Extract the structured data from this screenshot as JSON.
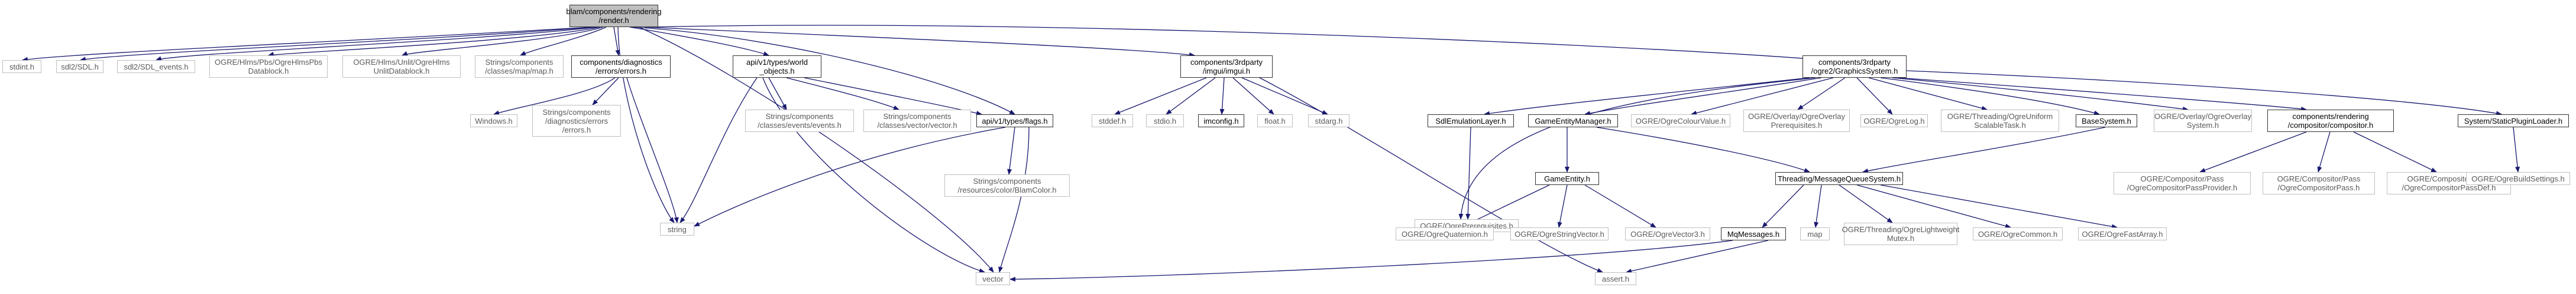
{
  "graph": {
    "colors": {
      "edge": "#191970",
      "box_border": "#bfbfbf",
      "dark_border": "#333333",
      "root_fill": "#bfbfbf",
      "text": "#5a5a5a"
    },
    "nodes": {
      "root": "blam/components/rendering\n/render.h",
      "stdint": "stdint.h",
      "sdl2_sdl": "sdl2/SDL.h",
      "sdl2_sdl_events": "sdl2/SDL_events.h",
      "ogre_hlms_pbs": "OGRE/Hlms/Pbs/OgreHlmsPbs\nDatablock.h",
      "ogre_hlms_unlit": "OGRE/Hlms/Unlit/OgreHlms\nUnlitDatablock.h",
      "strings_map": "Strings/components\n/classes/map/map.h",
      "diagnostics_errors": "components/diagnostics\n/errors/errors.h",
      "windows": "Windows.h",
      "strings_errors": "Strings/components\n/diagnostics/errors\n/errors.h",
      "string": "string",
      "world_objects": "api/v1/types/world\n_objects.h",
      "strings_events": "Strings/components\n/classes/events/events.h",
      "strings_vector": "Strings/components\n/classes/vector/vector.h",
      "flags": "api/v1/types/flags.h",
      "strings_color": "Strings/components\n/resources/color/BlamColor.h",
      "vector": "vector",
      "imgui": "components/3rdparty\n/imgui/imgui.h",
      "stddef": "stddef.h",
      "stdio": "stdio.h",
      "imconfig": "imconfig.h",
      "float": "float.h",
      "stdarg": "stdarg.h",
      "assert": "assert.h",
      "ogre2": "components/3rdparty\n/ogre2/GraphicsSystem.h",
      "sdl_emulation": "SdlEmulationLayer.h",
      "ogre_prereq": "OGRE/OgrePrerequisites.h",
      "game_entity_manager": "GameEntityManager.h",
      "game_entity": "GameEntity.h",
      "ogre_quaternion": "OGRE/OgreQuaternion.h",
      "ogre_string_vector": "OGRE/OgreStringVector.h",
      "ogre_vector3": "OGRE/OgreVector3.h",
      "ogre_colour": "OGRE/OgreColourValue.h",
      "ogre_overlay_prereq": "OGRE/Overlay/OgreOverlay\nPrerequisites.h",
      "ogre_log": "OGRE/OgreLog.h",
      "ogre_threading_uniform": "OGRE/Threading/OgreUniform\nScalableTask.h",
      "base_system": "BaseSystem.h",
      "threading_queue": "Threading/MessageQueueSystem.h",
      "mq_messages": "MqMessages.h",
      "map": "map",
      "ogre_lightweight_mutex": "OGRE/Threading/OgreLightweight\nMutex.h",
      "ogre_common": "OGRE/OgreCommon.h",
      "ogre_fast_array": "OGRE/OgreFastArray.h",
      "ogre_overlay_system": "OGRE/Overlay/OgreOverlay\nSystem.h",
      "compositor": "components/rendering\n/compositor/compositor.h",
      "ogre_comp_pass_provider": "OGRE/Compositor/Pass\n/OgreCompositorPassProvider.h",
      "ogre_comp_pass": "OGRE/Compositor/Pass\n/OgreCompositorPass.h",
      "ogre_comp_pass_def": "OGRE/Compositor/Pass\n/OgreCompositorPassDef.h",
      "static_plugin_loader": "System/StaticPluginLoader.h",
      "ogre_build_settings": "OGRE/OgreBuildSettings.h"
    }
  }
}
